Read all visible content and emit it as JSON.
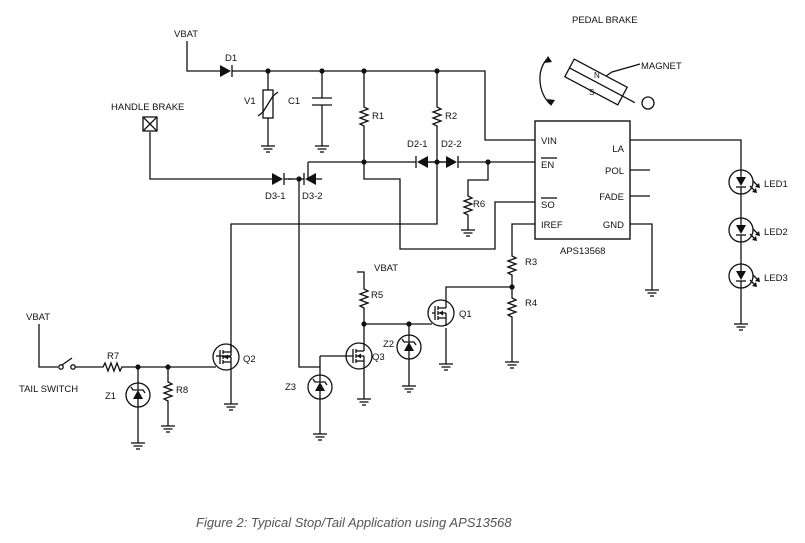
{
  "caption": "Figure 2: Typical Stop/Tail Application using APS13568",
  "ic": {
    "name": "APS13568",
    "pins": {
      "vin": "VIN",
      "en": "EN",
      "so": "SO",
      "iref": "IREF",
      "la": "LA",
      "pol": "POL",
      "fade": "FADE",
      "gnd": "GND"
    }
  },
  "labels": {
    "vbat_top": "VBAT",
    "vbat_mid": "VBAT",
    "vbat_left": "VBAT",
    "pedal_brake": "PEDAL BRAKE",
    "magnet": "MAGNET",
    "handle_brake": "HANDLE BRAKE",
    "tail_switch": "TAIL SWITCH",
    "magnet_n": "N",
    "magnet_s": "S"
  },
  "components": {
    "d1": "D1",
    "v1": "V1",
    "c1": "C1",
    "r1": "R1",
    "r2": "R2",
    "d2_1": "D2-1",
    "d2_2": "D2-2",
    "d3_1": "D3-1",
    "d3_2": "D3-2",
    "r3": "R3",
    "r4": "R4",
    "r5": "R5",
    "r6": "R6",
    "r7": "R7",
    "r8": "R8",
    "q1": "Q1",
    "q2": "Q2",
    "q3": "Q3",
    "z1": "Z1",
    "z2": "Z2",
    "z3": "Z3",
    "led1": "LED1",
    "led2": "LED2",
    "led3": "LED3"
  }
}
